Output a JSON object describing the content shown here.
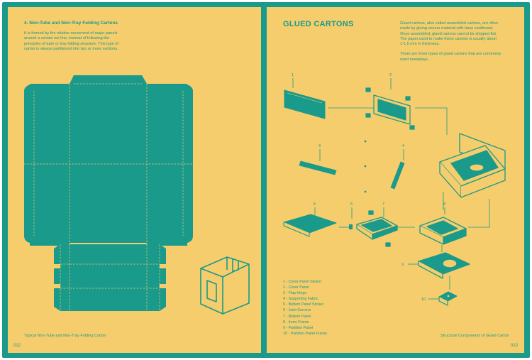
{
  "left_page": {
    "heading": "4. Non-Tube and Non-Tray Folding Cartons",
    "paragraph": [
      "It is formed by the relative movement of major panels",
      "around a certain out line, instead of following the",
      "principles of tube or tray folding structure. This type of",
      "carton is always partitioned into two or more sections."
    ],
    "caption": "Typical Non-Tube and Non-Tray Folding Carton",
    "page_number": "012"
  },
  "right_page": {
    "title": "GLUED CARTONS",
    "paragraph": [
      "Glued cartons, also called assembled cartons, are often",
      "made by gluing veneer material with base cardboard.",
      "Once assembled, glued cartons cannot be shipped flat.",
      "The paper used to make these cartons is usually about",
      "1-1.5 mm in thickness.",
      "",
      "There are three types of glued cartons that are commonly",
      "used nowadays."
    ],
    "legend": [
      "1 - Cover Panel Sticker",
      "2 - Cover Panel",
      "3 - Flap Hinge",
      "4 - Supporting Fabric",
      "5 - Bottom Panel Sticker",
      "6 - Joint Corners",
      "7 - Bottom Panel",
      "8 - Inner Frame",
      "9 - Partition Panel",
      "10 - Partition Panel Frame"
    ],
    "callouts": [
      "1",
      "2",
      "3",
      "4",
      "5",
      "6",
      "7",
      "8",
      "9",
      "10"
    ],
    "caption": "Structural Components of Glued Carton",
    "page_number": "013"
  },
  "colors": {
    "teal": "#1a9a8a",
    "yellow": "#f6cd6c"
  }
}
